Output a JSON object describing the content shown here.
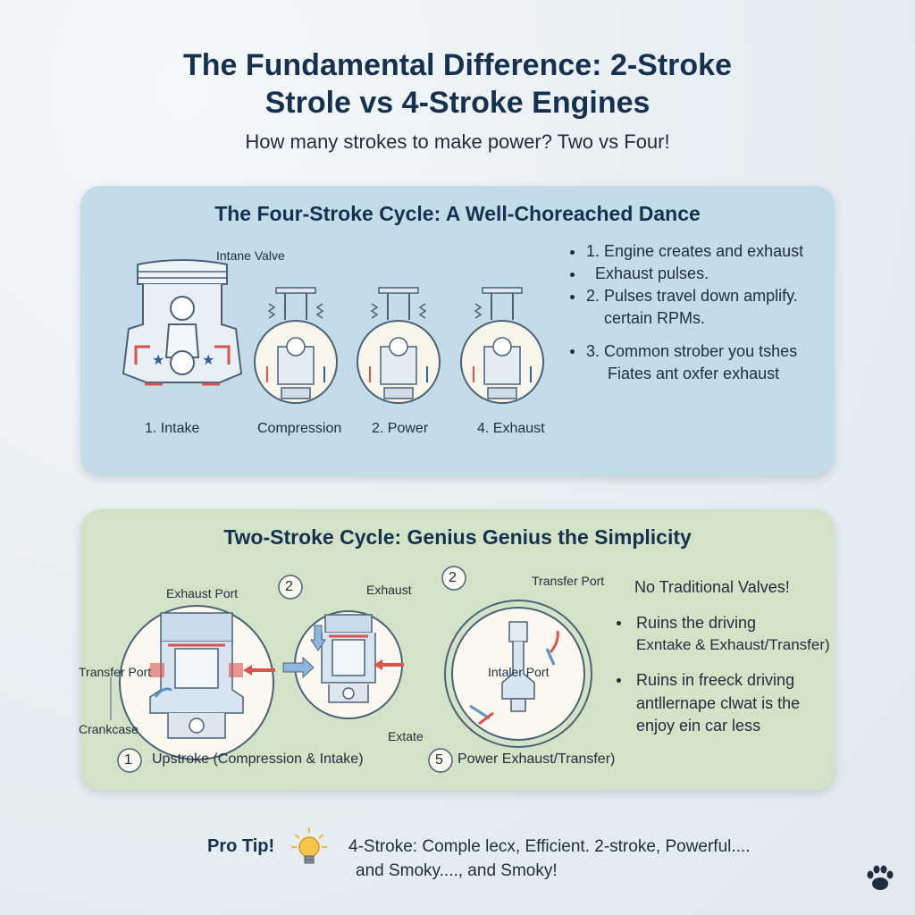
{
  "header": {
    "title_line1": "The Fundamental Difference: 2-Stroke",
    "title_line2": "Strole vs 4-Stroke Engines",
    "subtitle": "How many strokes to make power? Two vs Four!"
  },
  "four_stroke": {
    "title": "The Four-Stroke Cycle: A Well-Choreached Dance",
    "valve_label": "Intane Valve",
    "stage_labels": [
      "1. Intake",
      "Compression",
      "2. Power",
      "4. Exhaust"
    ],
    "bullets": [
      "1. Engine creates and exhaust",
      "Exhaust pulses.",
      "2. Pulses travel down amplify.",
      "certain RPMs.",
      "3. Common strober you tshes",
      "Fiates ant oxfer exhaust"
    ]
  },
  "two_stroke": {
    "title": "Two-Stroke Cycle: Genius Genius the Simplicity",
    "labels": {
      "exhaust_port": "Exhaust Port",
      "transfer_port_left": "Transfer Port",
      "crankcase": "Crankcase",
      "exhaust": "Exhaust",
      "extate": "Extate",
      "transfer_port_right": "Transfer Port",
      "intake_port": "Intaler Port"
    },
    "markers": [
      "2",
      "2",
      "1",
      "5"
    ],
    "captions": {
      "upstroke": "Upstroke (Compression & Intake)",
      "power": "Power Exhaust/Transfer)"
    },
    "heading": "No Traditional Valves!",
    "bullets": [
      "Ruins the driving",
      "Exntake & Exhaust/Transfer)",
      "Ruins in freeck driving",
      "antllernape clwat is the",
      "enjoy ein car less"
    ]
  },
  "pro_tip": {
    "label": "Pro Tip!",
    "line1": "4-Stroke: Comple   lecx, Efficient. 2-stroke, Powerful....",
    "line2": "and Smoky...., and Smoky!"
  },
  "colors": {
    "title": "#16314f",
    "blue_panel": "#c3dce8",
    "green_panel": "#d3e3c8",
    "accent_red": "#d9534f",
    "accent_blue": "#5b8fc7",
    "bulb": "#f2b531"
  },
  "icons": [
    "lightbulb-icon",
    "paw-icon"
  ]
}
